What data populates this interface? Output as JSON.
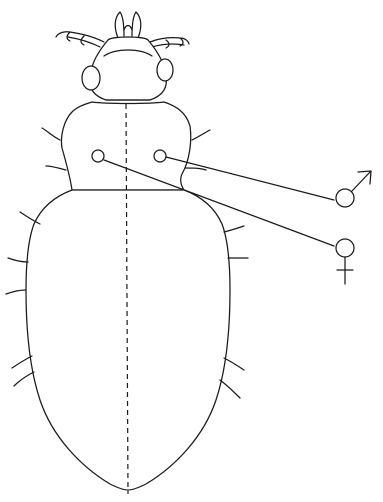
{
  "diagram": {
    "subject": "beetle",
    "symbols": {
      "male": "male-symbol",
      "female": "female-symbol"
    },
    "colors": {
      "ink": "#1a1a1a",
      "background": "#ffffff"
    }
  }
}
